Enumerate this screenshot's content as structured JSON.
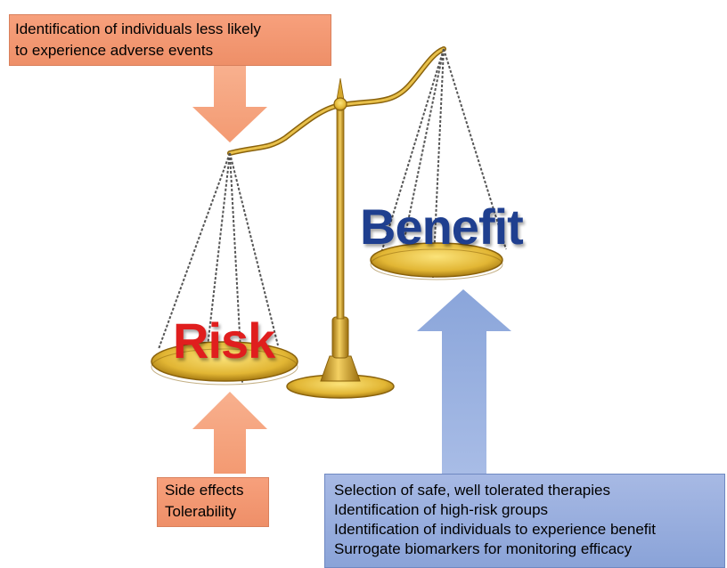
{
  "top_box": {
    "lines": [
      "Identification of individuals less likely",
      "to experience adverse events"
    ]
  },
  "side_box": {
    "lines": [
      "Side effects",
      "Tolerability"
    ]
  },
  "benefit_box": {
    "lines": [
      "Selection of safe, well tolerated therapies",
      "Identification of high-risk groups",
      "Identification of individuals to experience benefit",
      "Surrogate biomarkers for monitoring efficacy"
    ]
  },
  "scale": {
    "left_pan_word": "Risk",
    "right_pan_word": "Benefit"
  },
  "colors": {
    "orange_arrow": "#f5a27e",
    "blue_arrow": "#8fa9dc",
    "gold": "#d4a72c",
    "risk_text": "#e01e1e",
    "benefit_text": "#1f3f8f"
  }
}
